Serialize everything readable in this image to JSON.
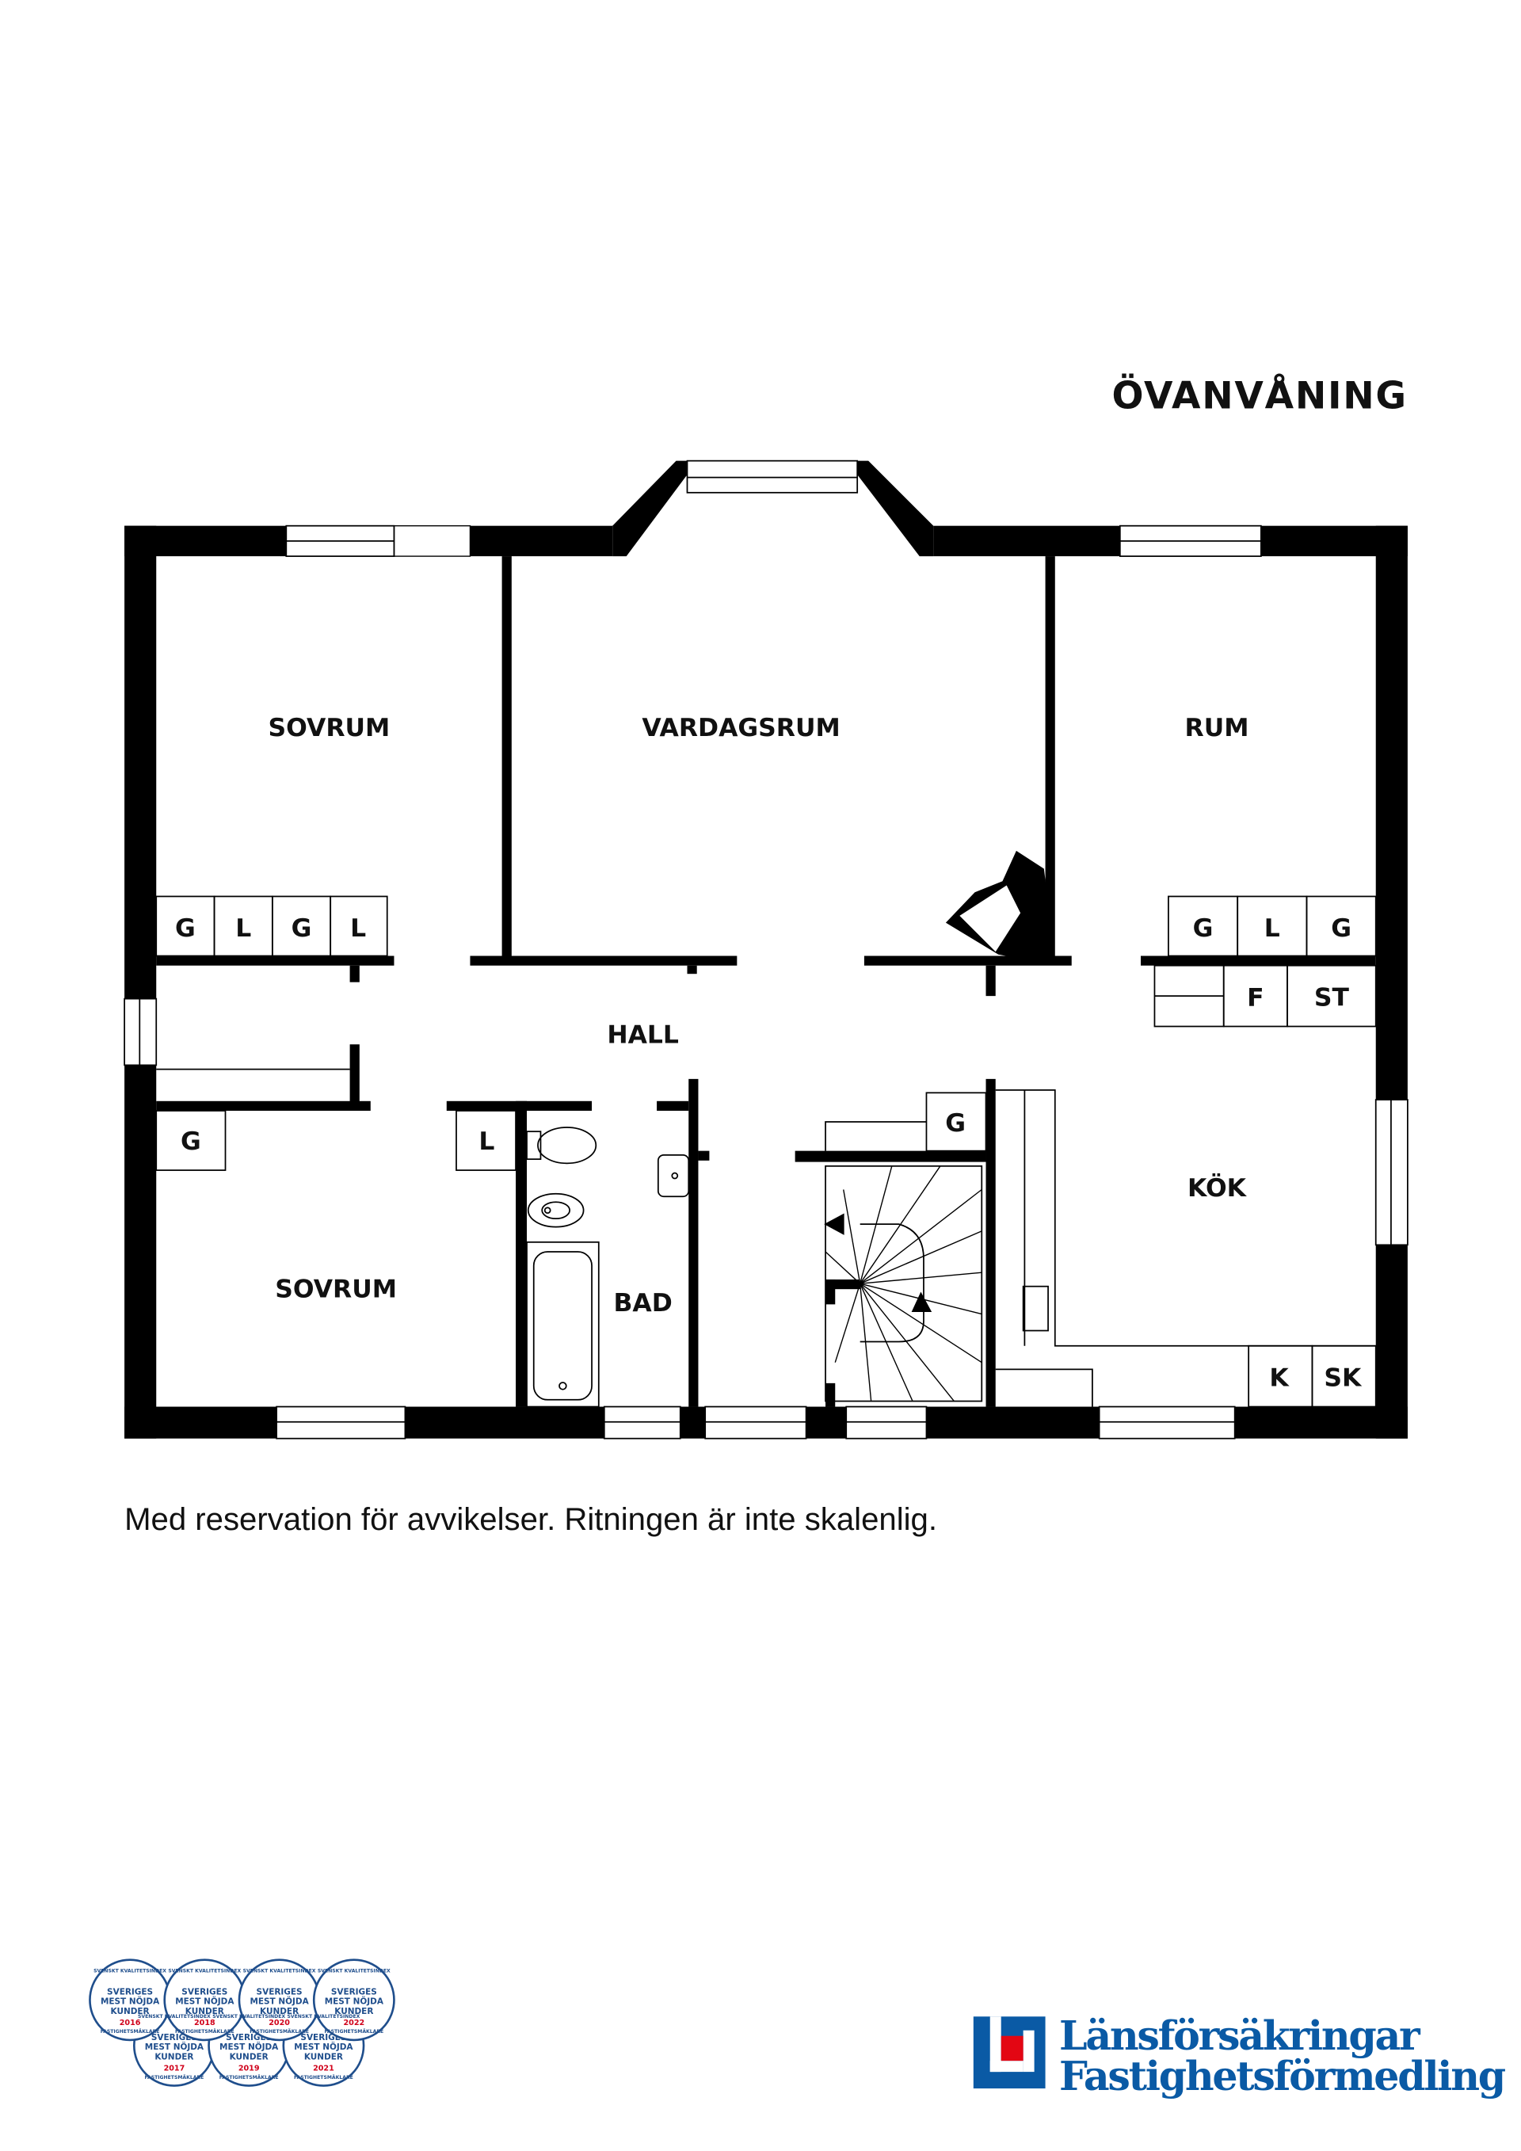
{
  "floor_title": "ÖVANVÅNING",
  "rooms": {
    "sovrum_top": "SOVRUM",
    "vardagsrum": "VARDAGSRUM",
    "rum": "RUM",
    "hall": "HALL",
    "sovrum_bottom": "SOVRUM",
    "bad": "BAD",
    "kok": "KÖK"
  },
  "storage": {
    "sovrum_top": [
      "G",
      "L",
      "G",
      "L"
    ],
    "rum": [
      "G",
      "L",
      "G"
    ],
    "kok_upper": [
      "F",
      "ST"
    ],
    "sovrum_bottom": "G",
    "hall_l": "L",
    "stair_g": "G",
    "kok_lower": [
      "K",
      "SK"
    ]
  },
  "disclaimer": "Med reservation för avvikelser. Ritningen är inte skalenlig.",
  "badges": {
    "header": "SVENSKT KVALITETSINDEX",
    "line1": "SVERIGES",
    "line2": "MEST NÖJDA",
    "line3": "KUNDER",
    "footer": "FASTIGHETSMÄKLARE",
    "years": [
      "2016",
      "2018",
      "2020",
      "2022",
      "2017",
      "2019",
      "2021"
    ]
  },
  "logo": {
    "line1": "Länsförsäkringar",
    "line2": "Fastighetsförmedling",
    "colors": {
      "blue": "#0a5aa5",
      "red": "#e30613"
    }
  }
}
